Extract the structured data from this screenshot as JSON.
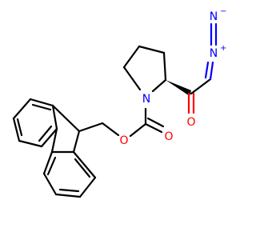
{
  "molecule": {
    "atoms": {
      "n_ring": "N",
      "o_ester": "O",
      "o_carbonyl": "O",
      "o_ketone": "O",
      "n_diazo_inner": "N",
      "n_diazo_outer": "N"
    },
    "charges": {
      "n_diazo_inner": "+",
      "n_diazo_outer": "−"
    },
    "colors": {
      "bond": "#000000",
      "nitrogen": "#0000ff",
      "oxygen": "#ff0000",
      "background": "#ffffff"
    },
    "stereo_bond": "wedge"
  }
}
